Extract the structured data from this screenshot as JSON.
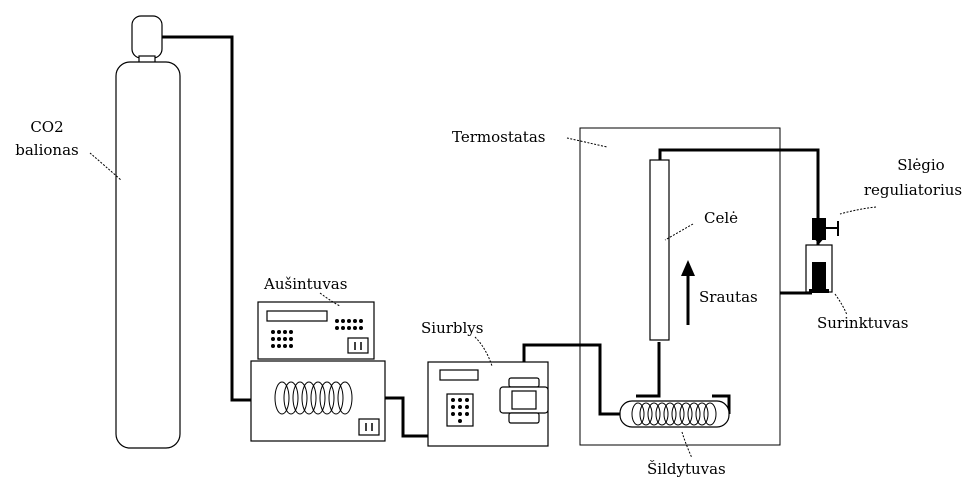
{
  "labels": {
    "co2_line1": "CO2",
    "co2_line2": "balionas",
    "termostatas": "Termostatas",
    "slegio_line1": "Slėgio",
    "slegio_line2": "reguliatorius",
    "cele": "Celė",
    "srautas": "Srautas",
    "ausintuvas": "Aušintuvas",
    "siurblys": "Siurblys",
    "surinktuvas": "Surinktuvas",
    "sildytuvas": "Šildytuvas"
  }
}
